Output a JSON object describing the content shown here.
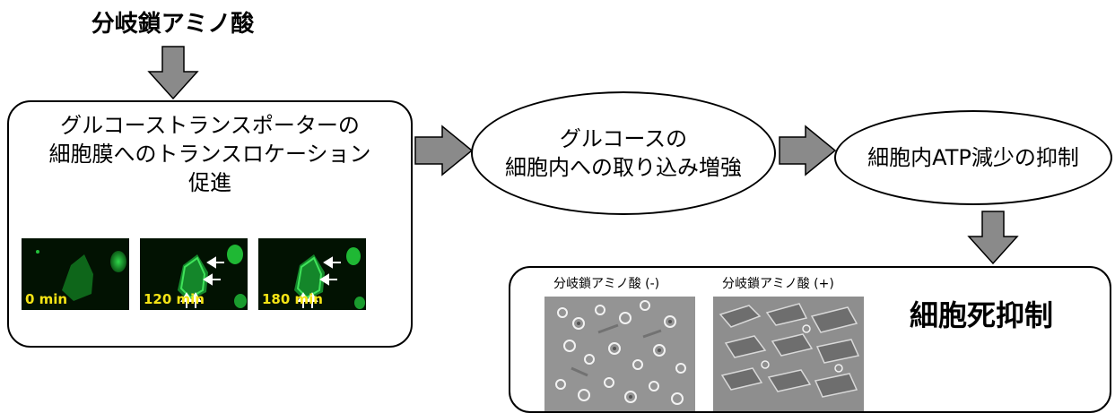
{
  "title": "分岐鎖アミノ酸",
  "box1": {
    "lines": [
      "グルコーストランスポーターの",
      "細胞膜へのトランスロケーション",
      "促進"
    ]
  },
  "ellipse1": {
    "lines": [
      "グルコースの",
      "細胞内への取り込み増強"
    ]
  },
  "ellipse2": {
    "label": "細胞内ATP減少の抑制"
  },
  "timelapse": {
    "frames": [
      {
        "time": "0 min"
      },
      {
        "time": "120 min"
      },
      {
        "time": "180 min"
      }
    ]
  },
  "result": {
    "photo_minus_label": "分岐鎖アミノ酸 (-)",
    "photo_plus_label": "分岐鎖アミノ酸 (+)",
    "outcome": "細胞死抑制"
  },
  "colors": {
    "arrow_fill": "#8a8a8a",
    "fluorescence": "#23c13a",
    "time_label": "#f5e415",
    "phase_bg": "#8f8f8f"
  }
}
